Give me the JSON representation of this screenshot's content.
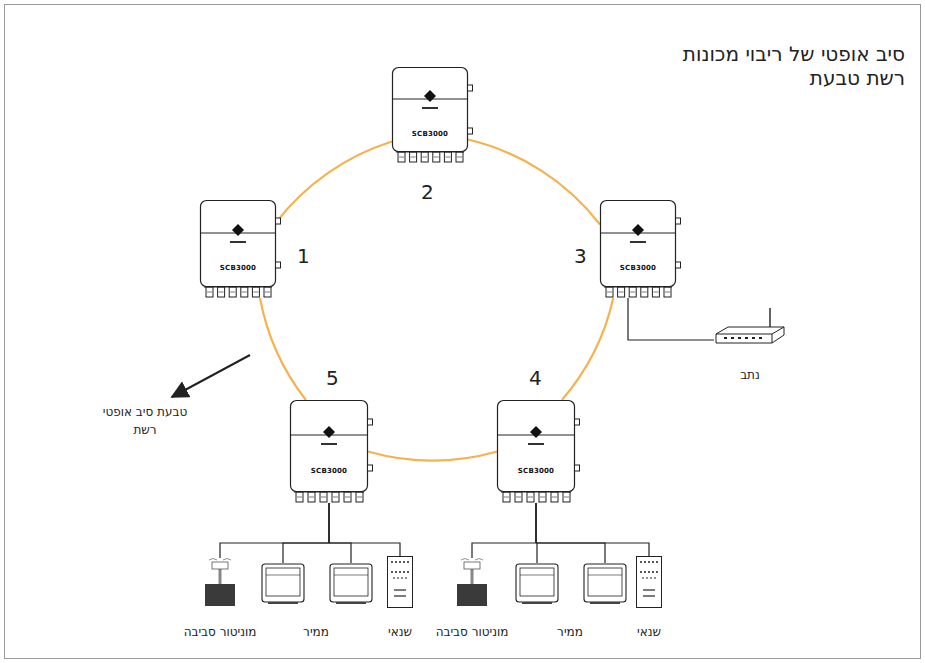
{
  "diagram": {
    "title": "סיב אופטי של ריבוי מכונות רשת טבעת",
    "nodes": [
      {
        "text": [
          "SCB3000",
          "1"
        ]
      },
      {
        "text": [
          "SCB3000",
          "2"
        ]
      },
      {
        "text": [
          "SCB3000",
          "3"
        ]
      },
      {
        "text": [
          "SCB3000",
          "4"
        ]
      },
      {
        "text": [
          "SCB3000",
          "5"
        ]
      },
      {
        "text": [
          "נתב"
        ]
      },
      {
        "text": [
          "מוניטור סביבה"
        ]
      },
      {
        "text": [
          "ממיר"
        ]
      },
      {
        "text": [
          "שנאי"
        ]
      },
      {
        "text": [
          "מוניטור סביבה"
        ]
      },
      {
        "text": [
          "ממיר"
        ]
      },
      {
        "text": [
          "שנאי"
        ]
      }
    ],
    "edges": [
      {
        "from": 0,
        "to": 1,
        "arrow": "none"
      },
      {
        "from": 1,
        "to": 2,
        "arrow": "none"
      },
      {
        "from": 2,
        "to": 3,
        "arrow": "none"
      },
      {
        "from": 3,
        "to": 4,
        "arrow": "none"
      },
      {
        "from": 4,
        "to": 0,
        "arrow": "none"
      },
      {
        "from": 2,
        "to": 5,
        "arrow": "none"
      },
      {
        "from": 4,
        "to": 6,
        "arrow": "none"
      },
      {
        "from": 4,
        "to": 7,
        "arrow": "none"
      },
      {
        "from": 4,
        "to": 8,
        "arrow": "none"
      },
      {
        "from": 3,
        "to": 9,
        "arrow": "none"
      },
      {
        "from": 3,
        "to": 10,
        "arrow": "none"
      },
      {
        "from": 3,
        "to": 11,
        "arrow": "none"
      }
    ],
    "labels": [
      "טבעת סיב אופטי רשת"
    ]
  }
}
